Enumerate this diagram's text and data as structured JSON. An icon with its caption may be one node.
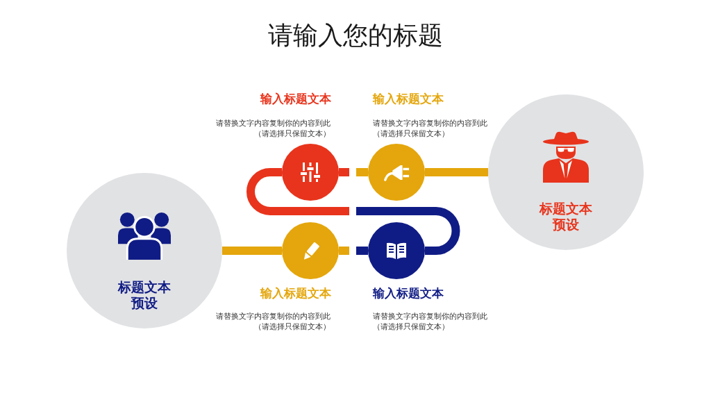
{
  "diagram": {
    "title": "请输入您的标题",
    "nodes": [
      {
        "text": [
          "标题文本预设"
        ]
      },
      {
        "text": [],
        "shape": "circle",
        "beside": [
          "输入标题文本"
        ]
      },
      {
        "text": [],
        "shape": "circle",
        "beside": [
          "输入标题文本"
        ]
      },
      {
        "text": [],
        "shape": "circle",
        "beside": [
          "输入标题文本"
        ]
      },
      {
        "text": [],
        "shape": "circle",
        "beside": [
          "输入标题文本"
        ]
      },
      {
        "text": [
          "标题文本预设"
        ]
      }
    ],
    "edges": [
      {
        "from": 0,
        "to": 3,
        "arrow": "none"
      },
      {
        "from": 3,
        "to": 4,
        "arrow": "none"
      },
      {
        "from": 4,
        "to": 1,
        "arrow": "none"
      },
      {
        "from": 1,
        "to": 2,
        "arrow": "none"
      },
      {
        "from": 2,
        "to": 5,
        "arrow": "none"
      }
    ],
    "labels": [
      "请替换文字内容复制你的内容到此（请选择只保留文本）",
      "请替换文字内容复制你的内容到此（请选择只保留文本）",
      "请替换文字内容复制你的内容到此（请选择只保留文本）",
      "请替换文字内容复制你的内容到此（请选择只保留文本）"
    ]
  }
}
